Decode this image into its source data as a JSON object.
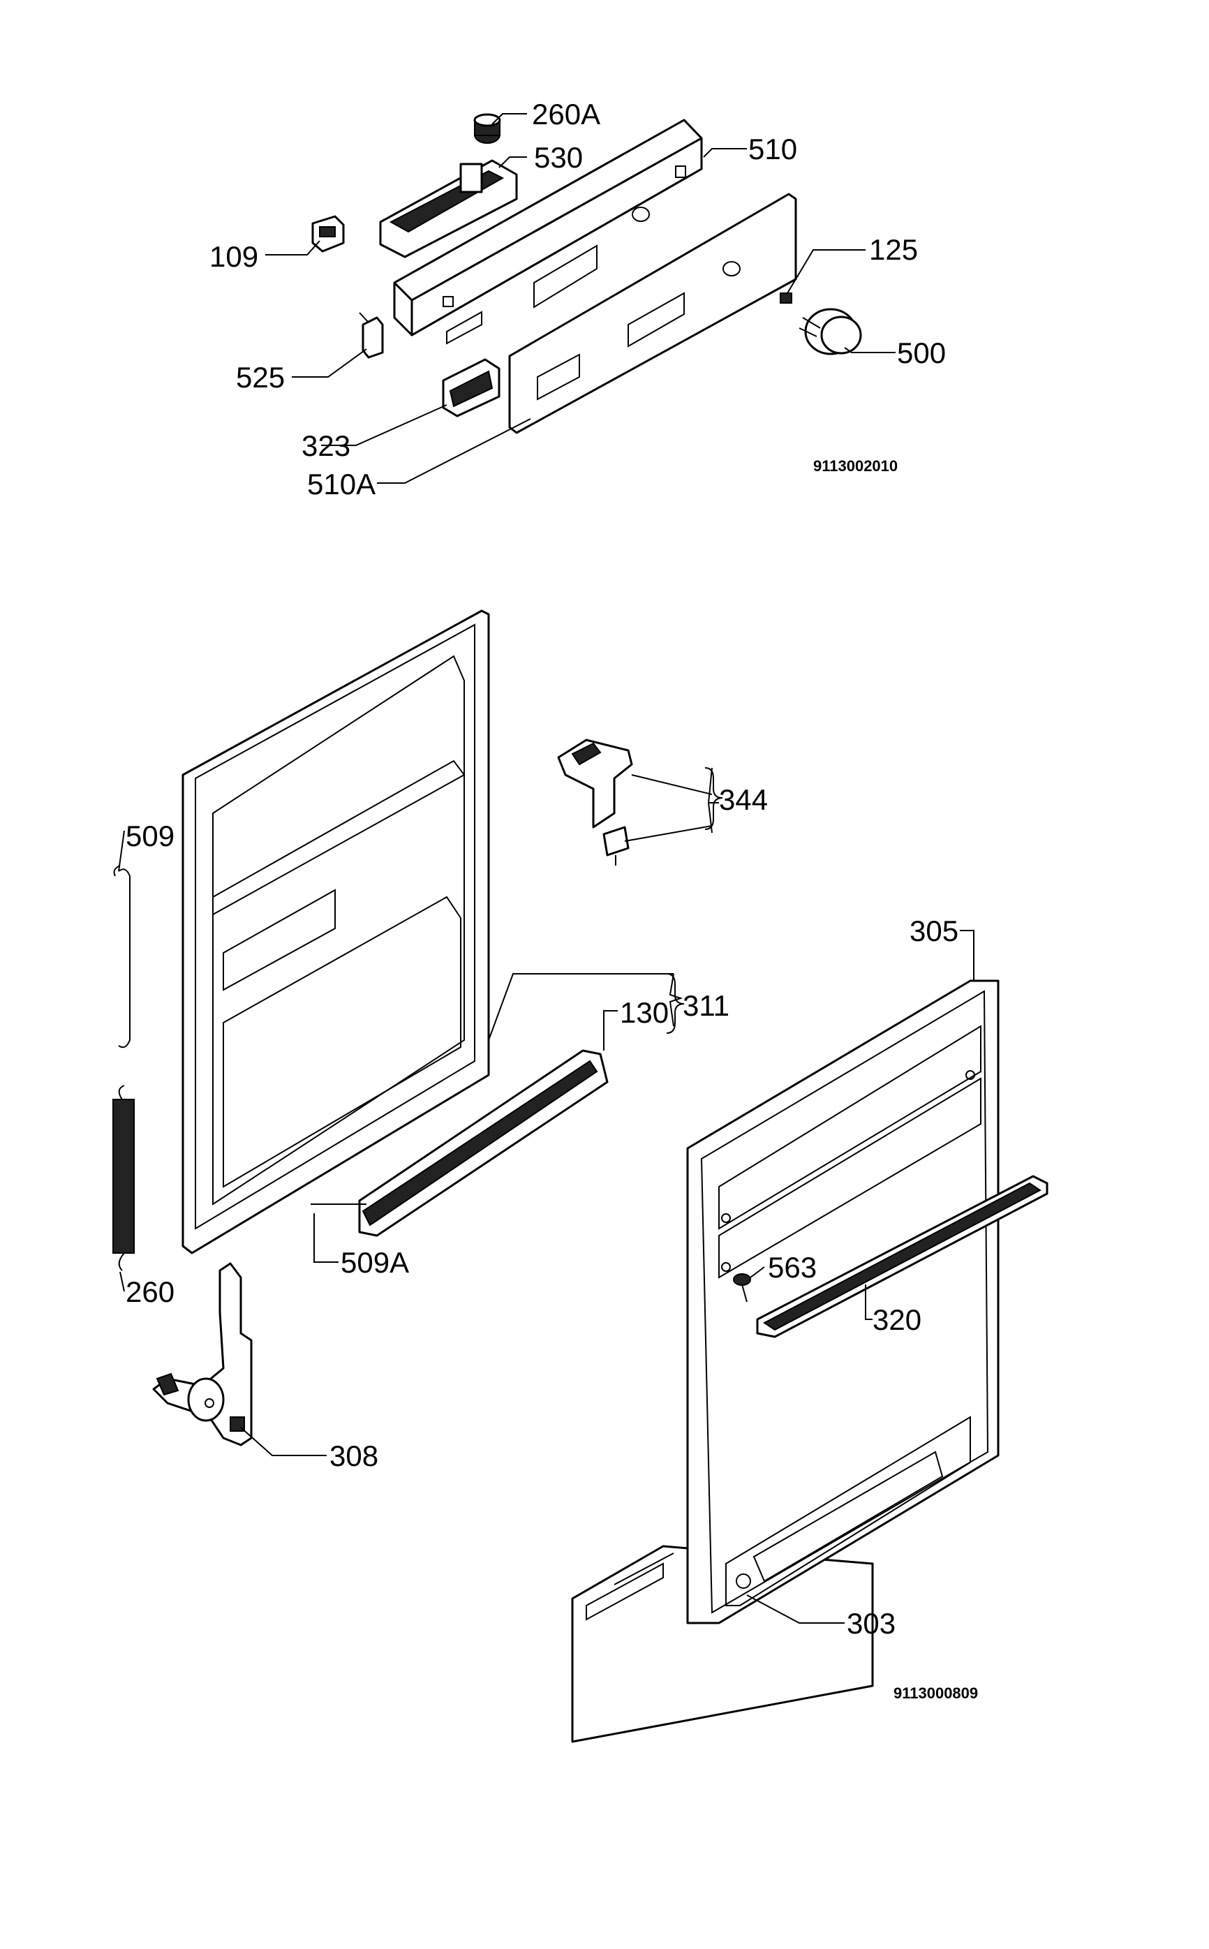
{
  "figure_codes": {
    "top": "9113002010",
    "bottom": "9113000809"
  },
  "labels": {
    "p260A": "260A",
    "p530": "530",
    "p510": "510",
    "p109": "109",
    "p125": "125",
    "p500": "500",
    "p525": "525",
    "p323": "323",
    "p510A": "510A",
    "p344": "344",
    "p509": "509",
    "p305": "305",
    "p311": "311",
    "p130": "130",
    "p260": "260",
    "p509A": "509A",
    "p563": "563",
    "p320": "320",
    "p308": "308",
    "p303": "303"
  }
}
